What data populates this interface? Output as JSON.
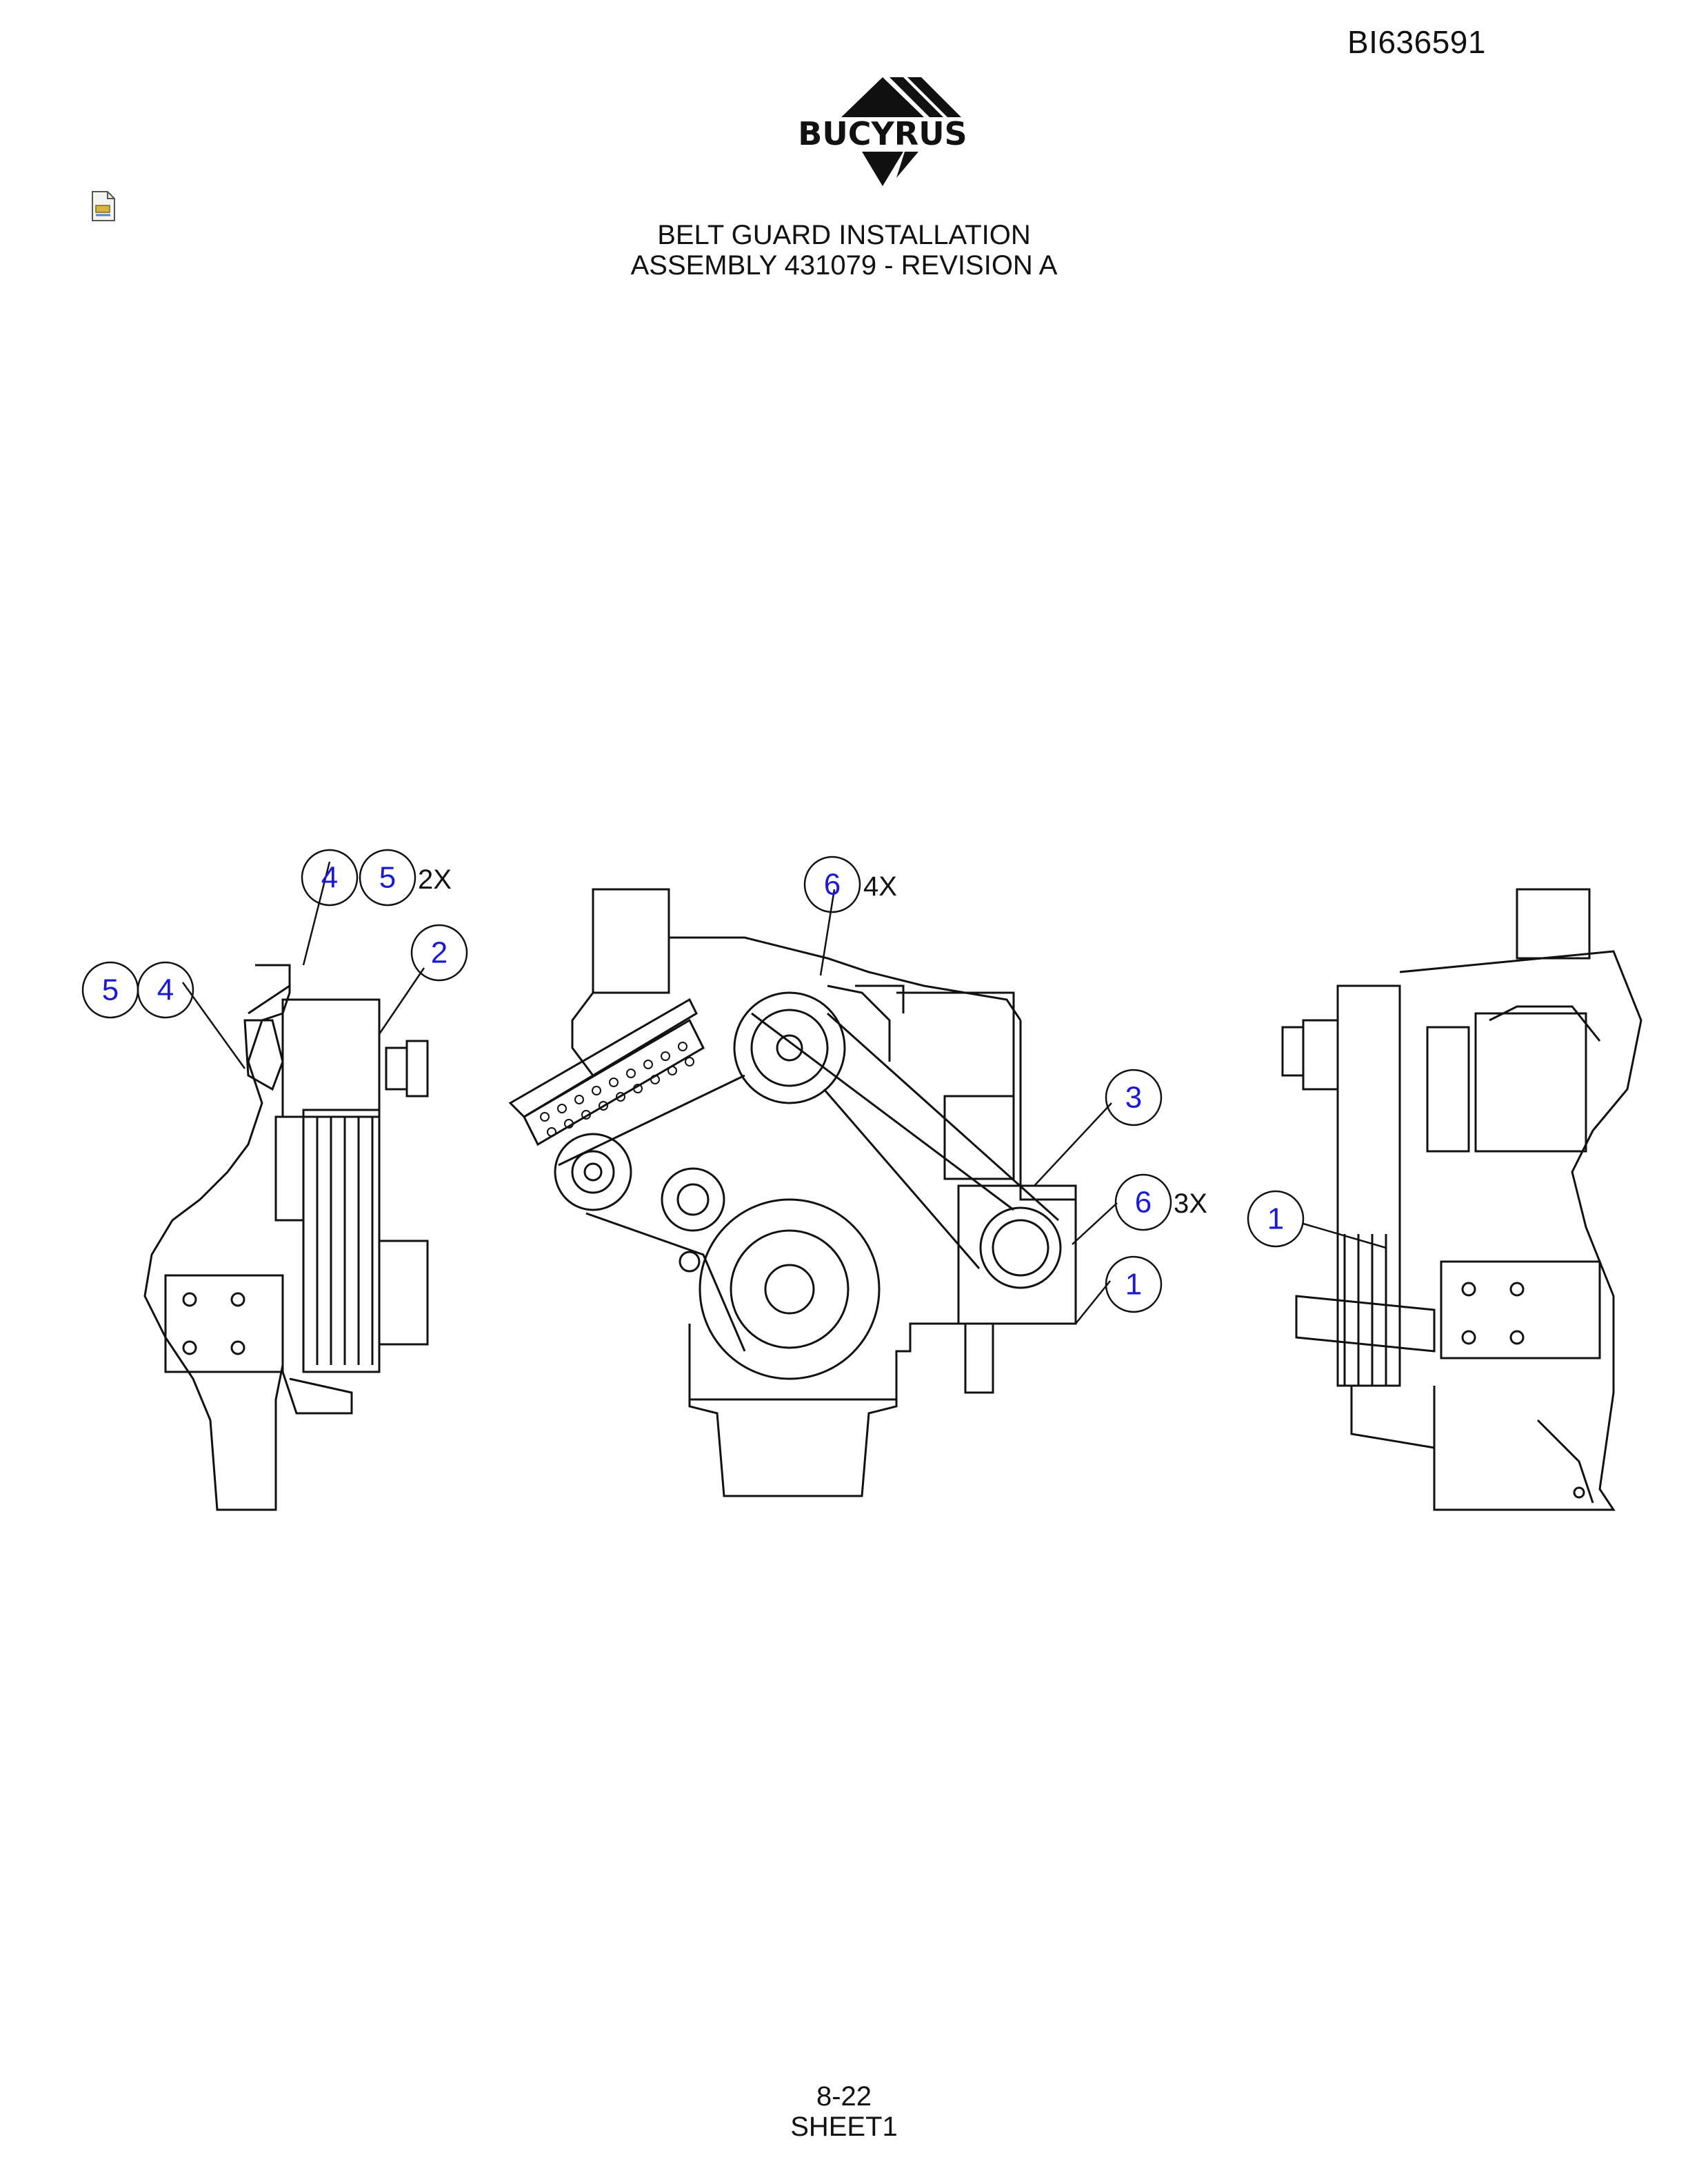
{
  "header": {
    "doc_id": "BI636591",
    "brand_name": "BUCYRUS",
    "title_line1": "BELT GUARD INSTALLATION",
    "title_line2": "ASSEMBLY 431079 - REVISION A"
  },
  "footer": {
    "page_number": "8-22",
    "sheet": "SHEET1"
  },
  "balloons": {
    "left_view": {
      "b4_top": "4",
      "b5_top": "5",
      "qty_top": "2X",
      "b2": "2",
      "b5_left": "5",
      "b4_left": "4"
    },
    "center_view": {
      "b6_top": "6",
      "qty_top": "4X",
      "b3": "3",
      "b6_right": "6",
      "qty_right": "3X",
      "b1": "1"
    },
    "right_view": {
      "b1": "1"
    }
  },
  "colors": {
    "balloon_text": "#1a1ad6",
    "line": "#111111"
  },
  "icons": [
    "document-icon",
    "bucyrus-logo"
  ]
}
